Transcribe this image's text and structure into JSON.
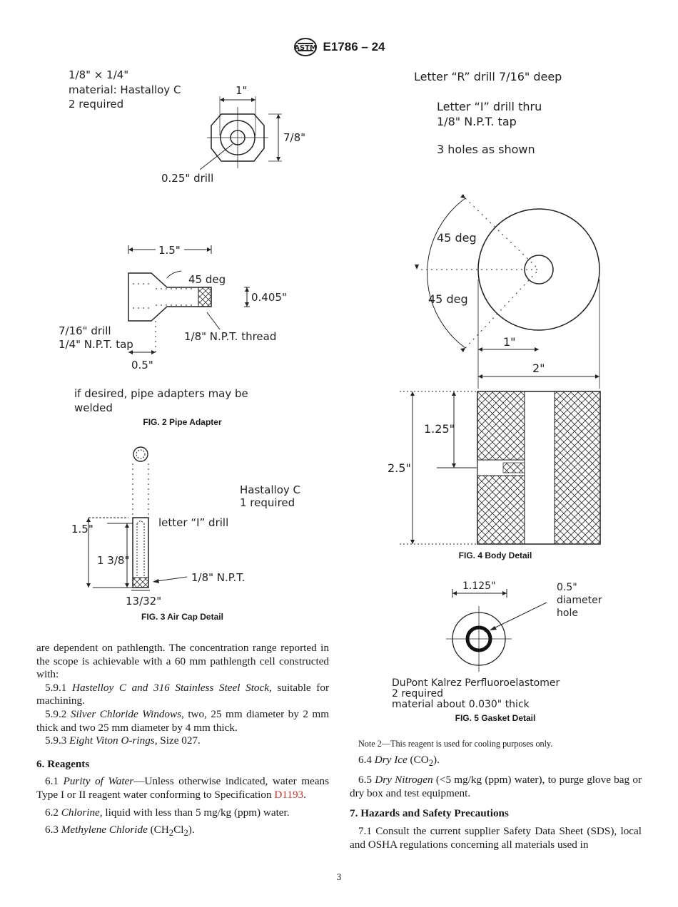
{
  "header": {
    "logo": "astm-logo",
    "doc_id": "E1786 – 24"
  },
  "fig2": {
    "caption": "FIG. 2 Pipe Adapter",
    "top_l1": "1/8\" × 1/4\"",
    "top_l2": "material: Hastalloy C",
    "top_l3": "2 required",
    "dim_1in": "1\"",
    "dim_7_8": "7/8\"",
    "drill": "0.25\" drill",
    "dim_15": "1.5\"",
    "deg45": "45 deg",
    "dim_0405": "0.405\"",
    "drill716_l1": "7/16\" drill",
    "drill716_l2": "1/4\" N.P.T. tap",
    "thread": "1/8\" N.P.T. thread",
    "dim_05": "0.5\"",
    "weld_l1": "if desired, pipe adapters may be",
    "weld_l2": "welded"
  },
  "fig3": {
    "caption": "FIG. 3 Air Cap Detail",
    "mat_l1": "Hastalloy C",
    "mat_l2": "1 required",
    "drill": "letter “I” drill",
    "dim_15": "1.5\"",
    "dim_138": "1 3/8\"",
    "npt": "1/8\" N.P.T.",
    "dim_1332": "13/32\""
  },
  "fig4": {
    "caption": "FIG. 4 Body Detail",
    "l1": "Letter “R” drill 7/16\" deep",
    "l2": "Letter “I” drill thru",
    "l3": "1/8\" N.P.T. tap",
    "l4": "3 holes as shown",
    "deg_a": "45 deg",
    "deg_b": "45 deg",
    "dim_1": "1\"",
    "dim_2": "2\"",
    "dim_125": "1.25\"",
    "dim_25": "2.5\""
  },
  "fig5": {
    "caption": "FIG. 5 Gasket Detail",
    "dim_1125": "1.125\"",
    "hole_l1": "0.5\"",
    "hole_l2": "diameter",
    "hole_l3": "hole",
    "mat_l1": "DuPont Kalrez Perfluoroelastomer",
    "mat_l2": "2 required",
    "mat_l3": "material about 0.030\" thick"
  },
  "left_col": {
    "p1": "are dependent on pathlength. The concentration range reported in the scope is achievable with a 60 mm pathlength cell constructed with:",
    "s591_num": "5.9.1",
    "s591_em": "Hastelloy C and 316 Stainless Steel Stock,",
    "s591_rest": "suitable for machining.",
    "s592_num": "5.9.2",
    "s592_em": "Silver Chloride Windows,",
    "s592_rest": "two, 25 mm diameter by 2 mm thick and two 25 mm diameter by 4 mm thick.",
    "s593_num": "5.9.3",
    "s593_em": "Eight Viton O-rings,",
    "s593_rest": "Size 027.",
    "sec6": "6. Reagents",
    "s61_num": "6.1",
    "s61_em": "Purity of Water",
    "s61_rest": "—Unless otherwise indicated, water means Type I or II reagent water conforming to Specification",
    "s61_link": "D1193",
    "s62_num": "6.2",
    "s62_em": "Chlorine,",
    "s62_rest": "liquid with less than 5 mg/kg (ppm) water.",
    "s63_num": "6.3",
    "s63_em": "Methylene Chloride",
    "s63_rest_a": "(CH",
    "s63_sub1": "2",
    "s63_rest_b": "Cl",
    "s63_sub2": "2",
    "s63_rest_c": ")."
  },
  "right_col": {
    "note": "Note 2—This reagent is used for cooling purposes only.",
    "s64_num": "6.4",
    "s64_em": "Dry Ice",
    "s64_a": "(CO",
    "s64_sub": "2",
    "s64_b": ").",
    "s65_num": "6.5",
    "s65_em": "Dry Nitrogen",
    "s65_rest": "(<5 mg/kg (ppm) water), to purge glove bag or dry box and test equipment.",
    "sec7": "7. Hazards and Safety Precautions",
    "s71_num": "7.1",
    "s71_rest": "Consult the current supplier Safety Data Sheet (SDS), local and OSHA regulations concerning all materials used in"
  },
  "page_number": "3"
}
